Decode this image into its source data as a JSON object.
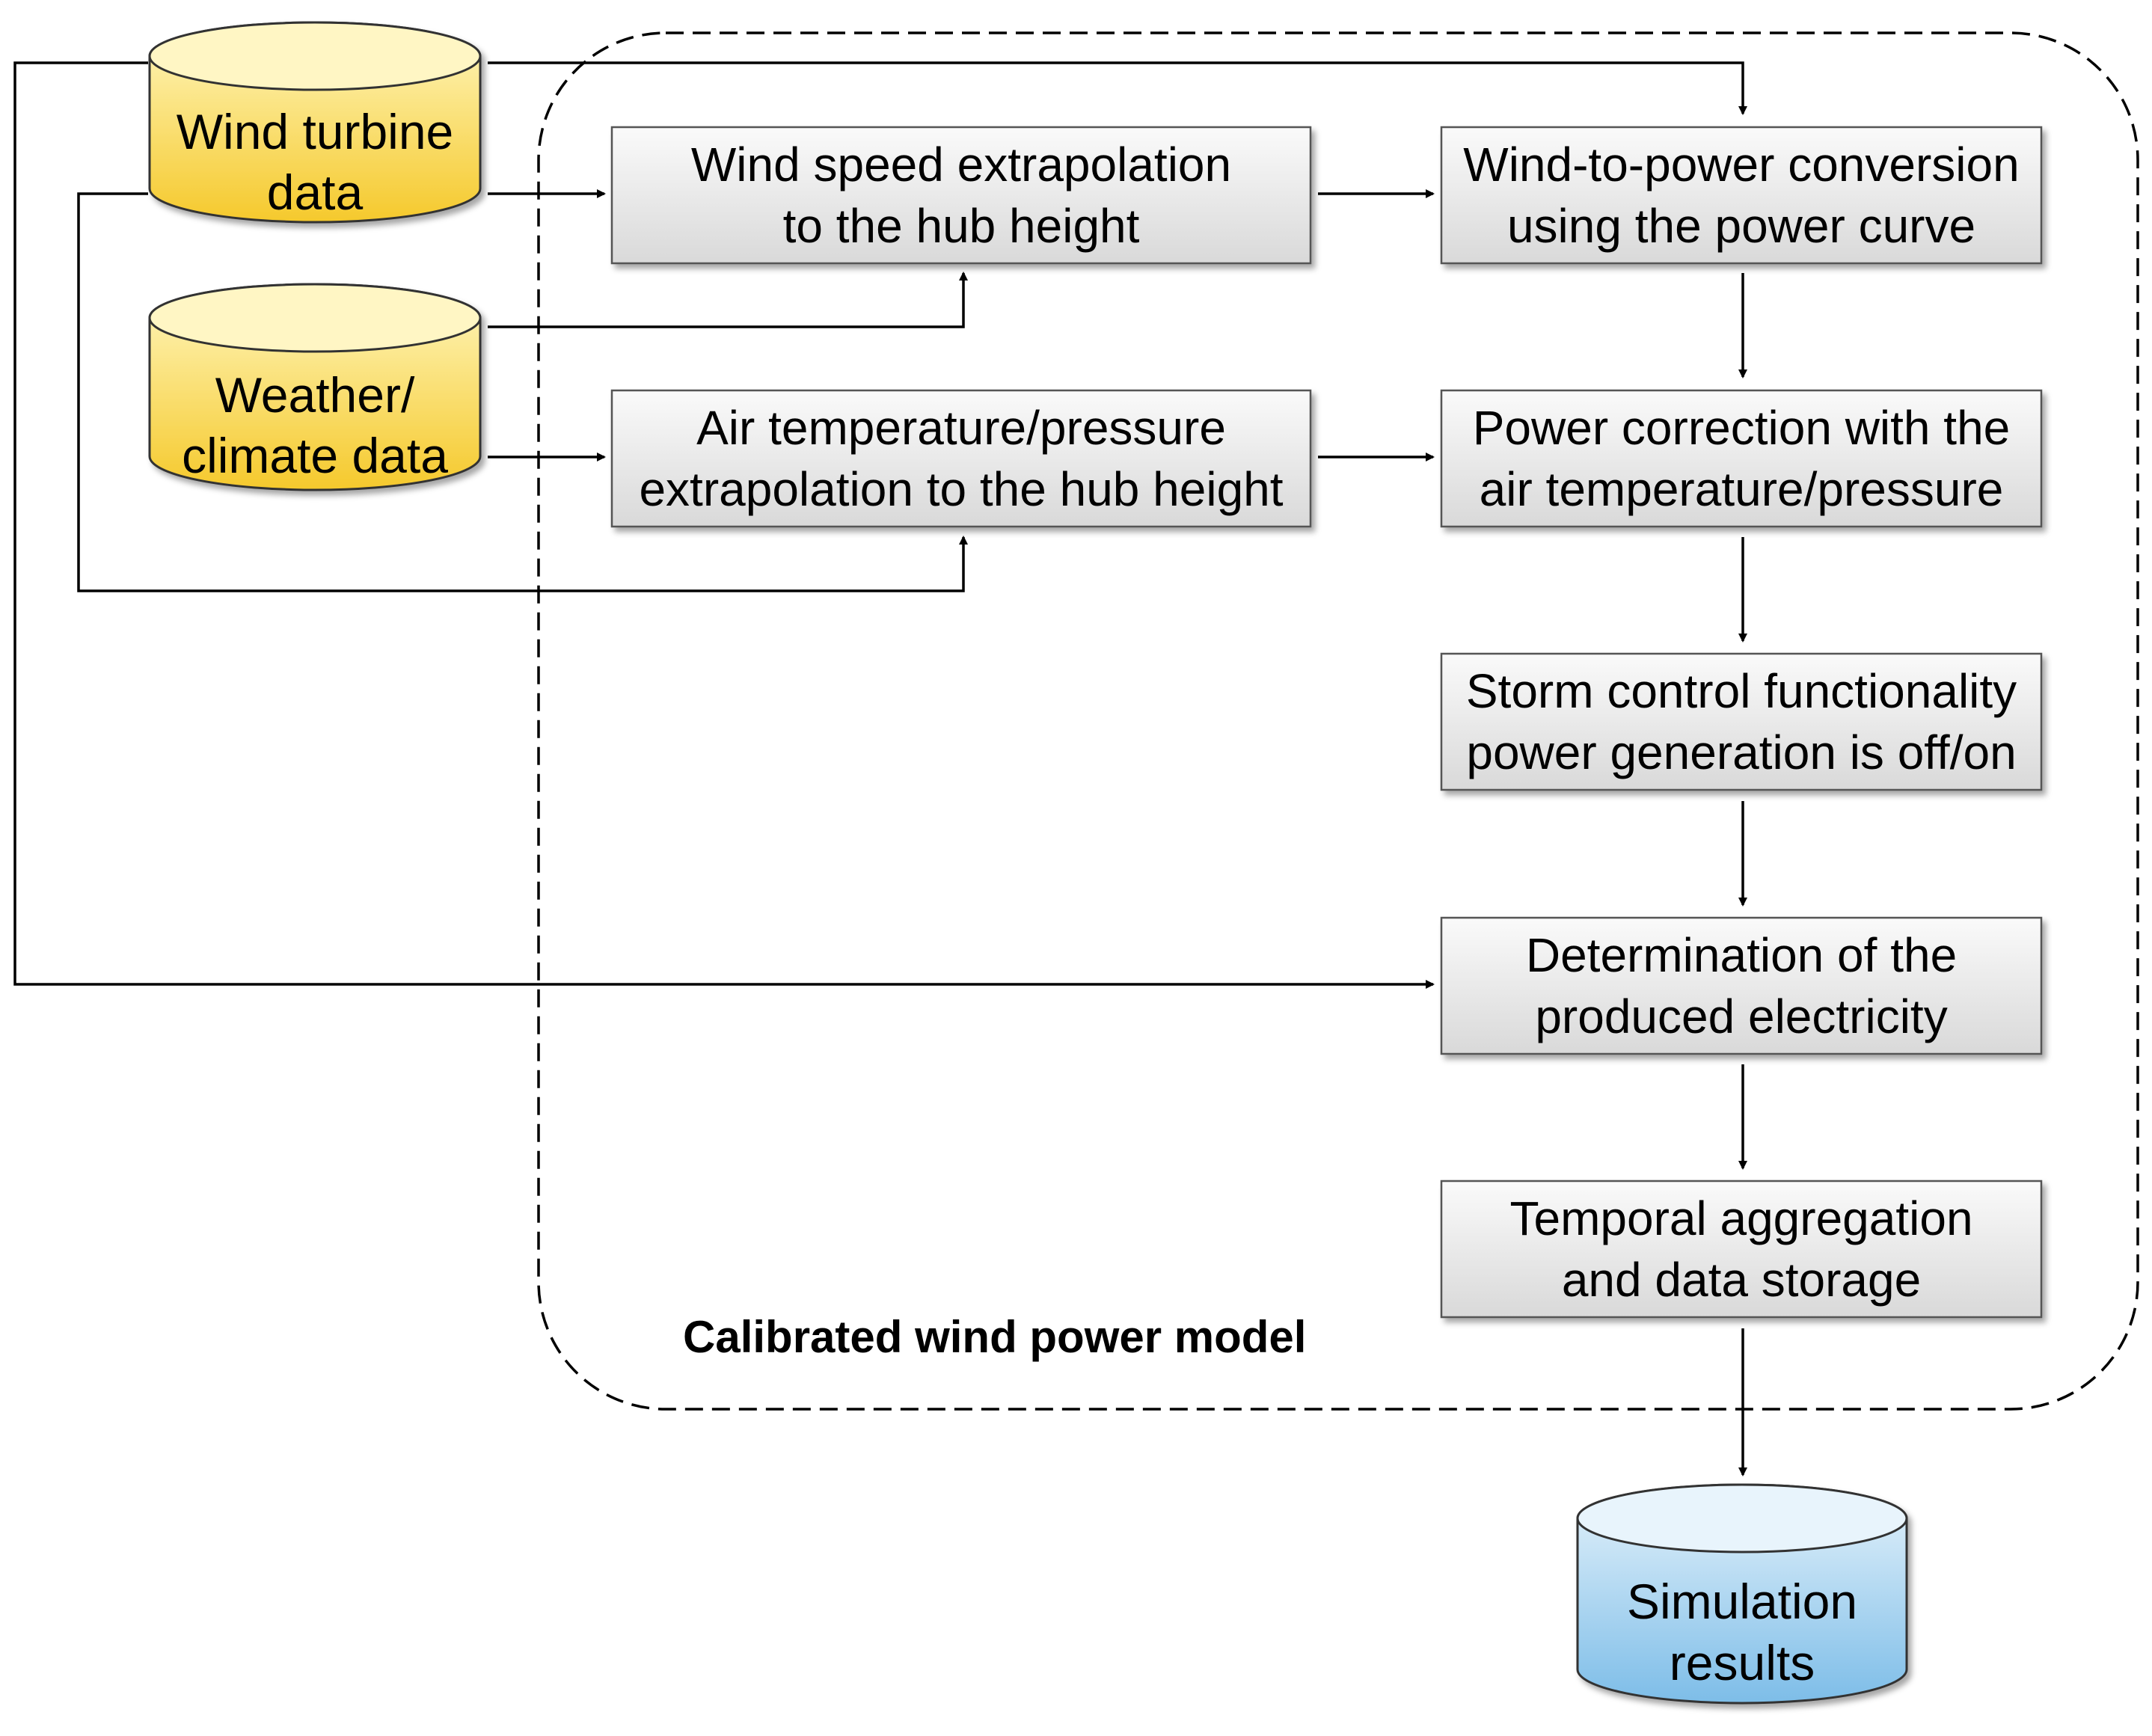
{
  "model_title": "Calibrated wind power model",
  "sources": {
    "wind_turbine": [
      "Wind turbine",
      "data"
    ],
    "weather": [
      "Weather/",
      "climate data"
    ]
  },
  "output": [
    "Simulation",
    "results"
  ],
  "steps": {
    "wind_speed": [
      "Wind speed extrapolation",
      "to the hub height"
    ],
    "air_temp": [
      "Air temperature/pressure",
      "extrapolation to the hub height"
    ],
    "wind_to_power": [
      "Wind-to-power conversion",
      "using the power curve"
    ],
    "power_correction": [
      "Power correction with the",
      "air temperature/pressure"
    ],
    "storm_control": [
      "Storm control functionality",
      "power generation is off/on"
    ],
    "determination": [
      "Determination of the",
      "produced electricity"
    ],
    "aggregation": [
      "Temporal aggregation",
      "and data storage"
    ]
  },
  "colors": {
    "source_fill_top": "#fff7c0",
    "source_fill_bottom": "#f5c92c",
    "output_fill_top": "#e6f3fb",
    "output_fill_bottom": "#7dbde8",
    "box_fill_top": "#fafafa",
    "box_fill_bottom": "#d9d9d9"
  }
}
